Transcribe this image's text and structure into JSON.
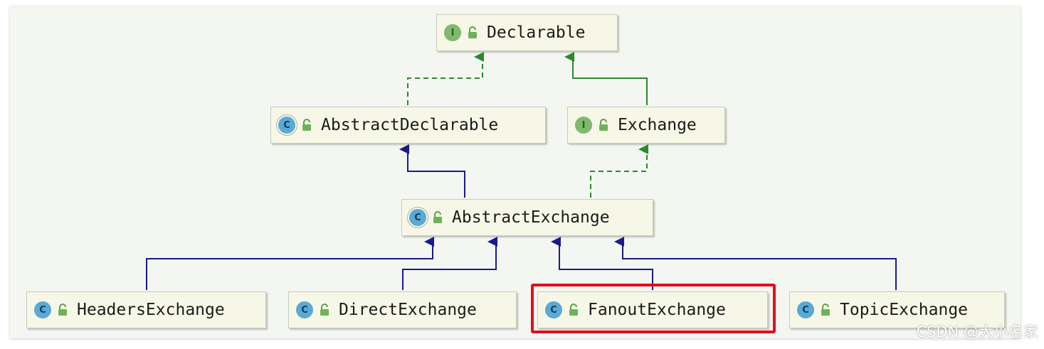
{
  "diagram": {
    "nodes": [
      {
        "id": "declarable",
        "name": "Declarable",
        "kind": "I"
      },
      {
        "id": "abstract-declarable",
        "name": "AbstractDeclarable",
        "kind": "C"
      },
      {
        "id": "exchange",
        "name": "Exchange",
        "kind": "I"
      },
      {
        "id": "abstract-exchange",
        "name": "AbstractExchange",
        "kind": "C"
      },
      {
        "id": "headers-exchange",
        "name": "HeadersExchange",
        "kind": "C"
      },
      {
        "id": "direct-exchange",
        "name": "DirectExchange",
        "kind": "C"
      },
      {
        "id": "fanout-exchange",
        "name": "FanoutExchange",
        "kind": "C"
      },
      {
        "id": "topic-exchange",
        "name": "TopicExchange",
        "kind": "C"
      }
    ],
    "edges": [
      {
        "from": "abstract-declarable",
        "to": "declarable",
        "type": "implements"
      },
      {
        "from": "exchange",
        "to": "declarable",
        "type": "extends-interface"
      },
      {
        "from": "abstract-exchange",
        "to": "abstract-declarable",
        "type": "extends"
      },
      {
        "from": "abstract-exchange",
        "to": "exchange",
        "type": "implements"
      },
      {
        "from": "headers-exchange",
        "to": "abstract-exchange",
        "type": "extends"
      },
      {
        "from": "direct-exchange",
        "to": "abstract-exchange",
        "type": "extends"
      },
      {
        "from": "fanout-exchange",
        "to": "abstract-exchange",
        "type": "extends"
      },
      {
        "from": "topic-exchange",
        "to": "abstract-exchange",
        "type": "extends"
      }
    ],
    "highlighted": "fanout-exchange",
    "colors": {
      "extends": "#1a1a8c",
      "implements": "#2a8a2a",
      "highlight": "#e0101a"
    }
  },
  "watermark": "CSDN @大小名家"
}
